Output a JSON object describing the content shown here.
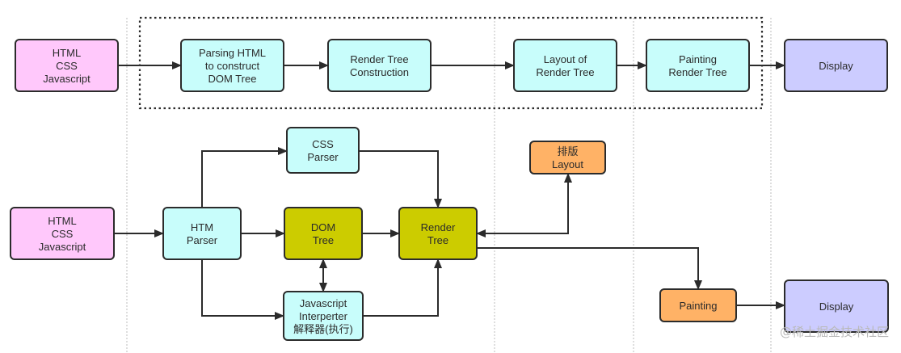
{
  "title": "Browser rendering pipeline",
  "colors": {
    "source": "#ffc8fb",
    "process": "#c8fdfb",
    "tree": "#cccc00",
    "layout": "#ffb266",
    "display": "#ccccff",
    "stroke": "#2b2b2b"
  },
  "top_flow": {
    "nodes": [
      {
        "id": "t-src",
        "lines": [
          "HTML",
          "CSS",
          "Javascript"
        ],
        "kind": "source"
      },
      {
        "id": "t-parse",
        "lines": [
          "Parsing HTML",
          "to construct",
          "DOM Tree"
        ],
        "kind": "process"
      },
      {
        "id": "t-render",
        "lines": [
          "Render Tree",
          "Construction"
        ],
        "kind": "process"
      },
      {
        "id": "t-layout",
        "lines": [
          "Layout of",
          "Render Tree"
        ],
        "kind": "process"
      },
      {
        "id": "t-paint",
        "lines": [
          "Painting",
          "Render Tree"
        ],
        "kind": "process"
      },
      {
        "id": "t-display",
        "lines": [
          "Display"
        ],
        "kind": "display"
      }
    ]
  },
  "bottom_flow": {
    "nodes": [
      {
        "id": "b-src",
        "lines": [
          "HTML",
          "CSS",
          "Javascript"
        ],
        "kind": "source"
      },
      {
        "id": "b-htmlparser",
        "lines": [
          "HTM",
          "Parser"
        ],
        "kind": "process"
      },
      {
        "id": "b-cssparser",
        "lines": [
          "CSS",
          "Parser"
        ],
        "kind": "process"
      },
      {
        "id": "b-domtree",
        "lines": [
          "DOM",
          "Tree"
        ],
        "kind": "tree"
      },
      {
        "id": "b-jsinterp",
        "lines": [
          "Javascript",
          "Interperter",
          "解释器(执行)"
        ],
        "kind": "process"
      },
      {
        "id": "b-rendertree",
        "lines": [
          "Render",
          "Tree"
        ],
        "kind": "tree"
      },
      {
        "id": "b-layout",
        "lines": [
          "排版",
          "Layout"
        ],
        "kind": "layout"
      },
      {
        "id": "b-painting",
        "lines": [
          "Painting"
        ],
        "kind": "layout"
      },
      {
        "id": "b-display",
        "lines": [
          "Display"
        ],
        "kind": "display"
      }
    ]
  },
  "edges": [
    {
      "from": "t-src",
      "to": "t-parse"
    },
    {
      "from": "t-parse",
      "to": "t-render"
    },
    {
      "from": "t-render",
      "to": "t-layout"
    },
    {
      "from": "t-layout",
      "to": "t-paint"
    },
    {
      "from": "t-paint",
      "to": "t-display"
    },
    {
      "from": "b-src",
      "to": "b-htmlparser"
    },
    {
      "from": "b-htmlparser",
      "to": "b-cssparser"
    },
    {
      "from": "b-htmlparser",
      "to": "b-domtree"
    },
    {
      "from": "b-htmlparser",
      "to": "b-jsinterp"
    },
    {
      "from": "b-cssparser",
      "to": "b-rendertree"
    },
    {
      "from": "b-domtree",
      "to": "b-rendertree"
    },
    {
      "from": "b-domtree",
      "to": "b-jsinterp",
      "bidirectional": true
    },
    {
      "from": "b-jsinterp",
      "to": "b-rendertree"
    },
    {
      "from": "b-rendertree",
      "to": "b-layout",
      "bidirectional": true
    },
    {
      "from": "b-rendertree",
      "to": "b-painting"
    },
    {
      "from": "b-painting",
      "to": "b-display"
    }
  ],
  "watermark": "@稀土掘金技术社区"
}
